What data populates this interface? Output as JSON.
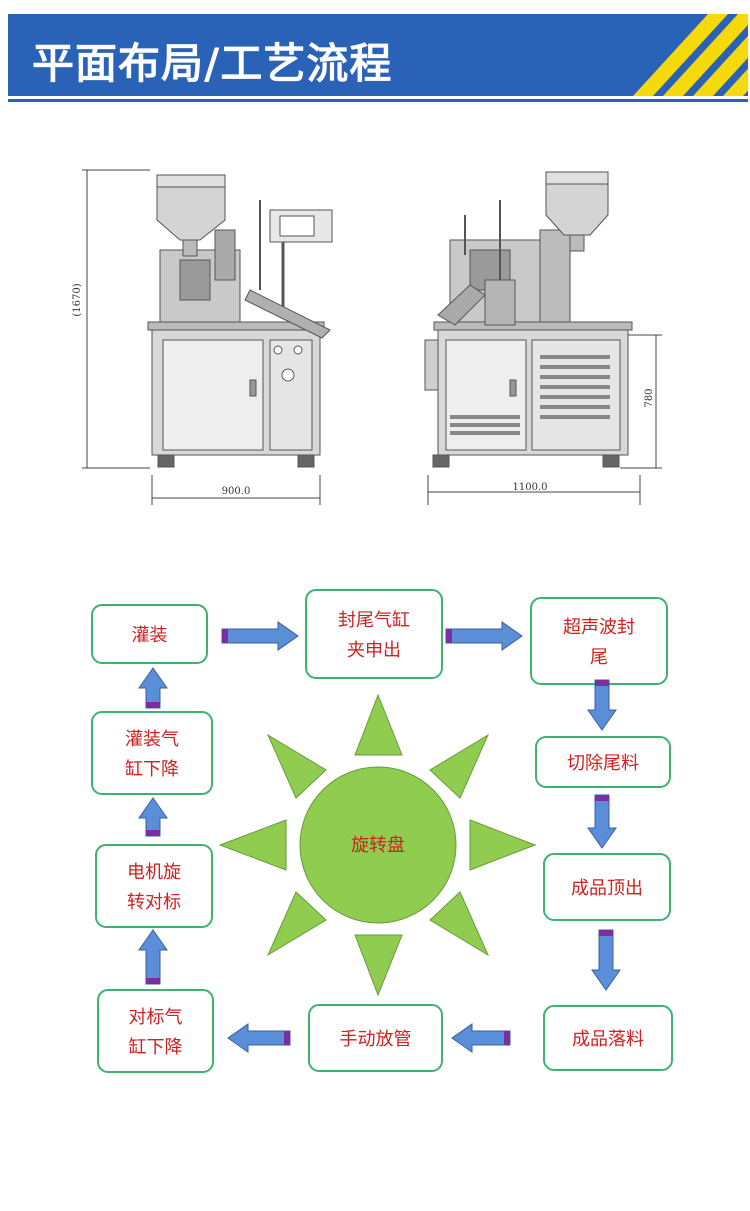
{
  "header": {
    "title": "平面布局/工艺流程"
  },
  "layout_drawing": {
    "height_dim": "(1670)",
    "front_width_dim": "900.0",
    "side_width_dim": "1100.0",
    "cabinet_height_dim": "780"
  },
  "flow": {
    "center": "旋转盘",
    "steps": [
      {
        "id": "fill",
        "lines": [
          "灌装"
        ]
      },
      {
        "id": "seal-clamp",
        "lines": [
          "封尾气缸",
          "夹申出"
        ]
      },
      {
        "id": "ultrasonic",
        "lines": [
          "超声波封",
          "尾"
        ]
      },
      {
        "id": "cut-tail",
        "lines": [
          "切除尾料"
        ]
      },
      {
        "id": "eject",
        "lines": [
          "成品顶出"
        ]
      },
      {
        "id": "drop",
        "lines": [
          "成品落料"
        ]
      },
      {
        "id": "manual-load",
        "lines": [
          "手动放管"
        ]
      },
      {
        "id": "mark-cyl-down",
        "lines": [
          "对标气",
          "缸下降"
        ]
      },
      {
        "id": "motor-rotate",
        "lines": [
          "电机旋",
          "转对标"
        ]
      },
      {
        "id": "fill-cyl-down",
        "lines": [
          "灌装气",
          "缸下降"
        ]
      }
    ],
    "colors": {
      "box_border": "#3cb371",
      "text": "#d02020",
      "arrow_fill": "#5b8ed8",
      "arrow_tail": "#7a2fa0",
      "sun": "#8fcc4f"
    }
  }
}
